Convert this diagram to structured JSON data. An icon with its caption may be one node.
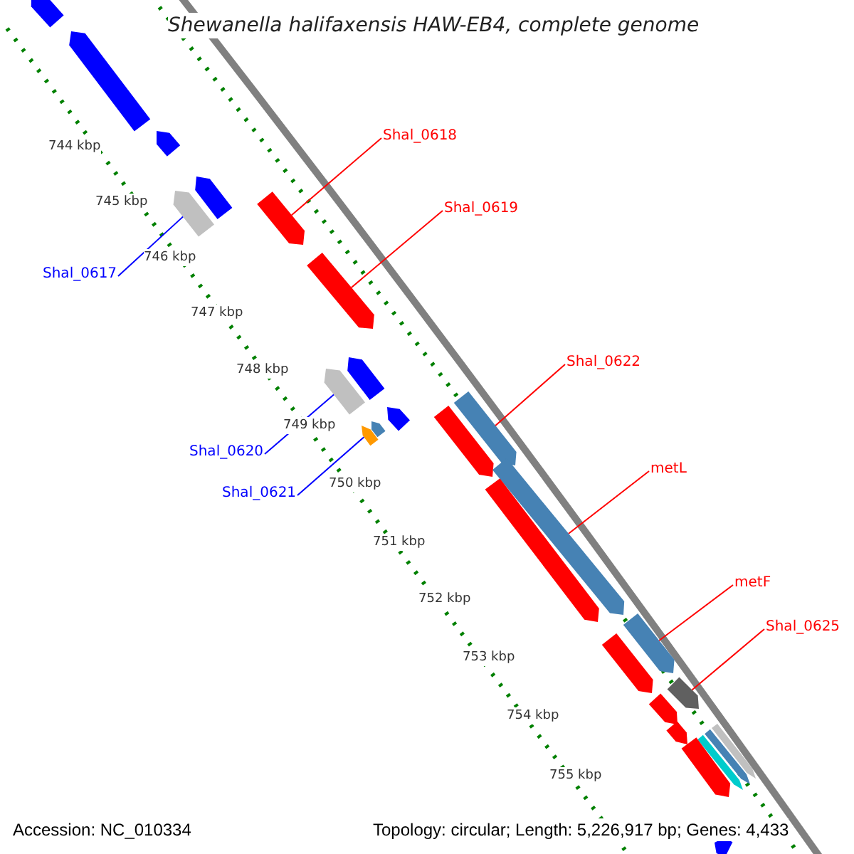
{
  "diagram": {
    "title": "Shewanella halifaxensis HAW-EB4, complete genome",
    "nodes": [
      {
        "text": [
          "Shal_0618"
        ]
      },
      {
        "text": [
          "Shal_0619"
        ]
      },
      {
        "text": [
          "Shal_0617"
        ]
      },
      {
        "text": [
          "Shal_0622"
        ]
      },
      {
        "text": [
          "Shal_0620"
        ]
      },
      {
        "text": [
          "metL"
        ]
      },
      {
        "text": [
          "Shal_0621"
        ]
      },
      {
        "text": [
          "metF"
        ]
      },
      {
        "text": [
          "Shal_0625"
        ]
      },
      {
        "text": [],
        "shape": "bar"
      },
      {
        "text": [],
        "shape": "bar"
      },
      {
        "text": [],
        "shape": "bar"
      },
      {
        "text": [],
        "shape": "bar"
      },
      {
        "text": [],
        "shape": "bar"
      },
      {
        "text": [],
        "shape": "bar"
      },
      {
        "text": [],
        "shape": "bar"
      },
      {
        "text": [],
        "shape": "bar"
      },
      {
        "text": [],
        "shape": "bar"
      },
      {
        "text": [],
        "shape": "bar"
      },
      {
        "text": [],
        "shape": "bar"
      },
      {
        "text": [],
        "shape": "bar"
      },
      {
        "text": [],
        "shape": "bar"
      },
      {
        "text": [],
        "shape": "bar"
      },
      {
        "text": [],
        "shape": "bar"
      },
      {
        "text": [],
        "shape": "bar"
      },
      {
        "text": [],
        "shape": "bar"
      },
      {
        "text": [],
        "shape": "bar"
      },
      {
        "text": [],
        "shape": "bar"
      },
      {
        "text": [],
        "shape": "bar"
      },
      {
        "text": [],
        "shape": "bar"
      },
      {
        "text": [],
        "shape": "bar"
      },
      {
        "text": [],
        "shape": "bar"
      },
      {
        "text": [],
        "shape": "bar"
      },
      {
        "text": [],
        "shape": "bar"
      },
      {
        "text": [],
        "shape": "bar"
      }
    ],
    "edges": [
      {
        "from": 0,
        "to": 14,
        "arrow": "none"
      },
      {
        "from": 1,
        "to": 15,
        "arrow": "none"
      },
      {
        "from": 2,
        "to": 13,
        "arrow": "none",
        "color": "#0000ff"
      },
      {
        "from": 3,
        "to": 18,
        "arrow": "none"
      },
      {
        "from": 4,
        "to": 17,
        "arrow": "none",
        "color": "#0000ff"
      },
      {
        "from": 5,
        "to": 23,
        "arrow": "none"
      },
      {
        "from": 6,
        "to": 22,
        "arrow": "none",
        "color": "#0000ff"
      },
      {
        "from": 7,
        "to": 25,
        "arrow": "none"
      },
      {
        "from": 8,
        "to": 27,
        "arrow": "none"
      }
    ],
    "labels": [
      "744 kbp",
      "745 kbp",
      "746 kbp",
      "747 kbp",
      "748 kbp",
      "749 kbp",
      "750 kbp",
      "751 kbp",
      "752 kbp",
      "753 kbp",
      "754 kbp",
      "755 kbp",
      "Accession: NC_010334",
      "Topology: circular; Length: 5,226,917 bp; Genes: 4,433"
    ]
  }
}
